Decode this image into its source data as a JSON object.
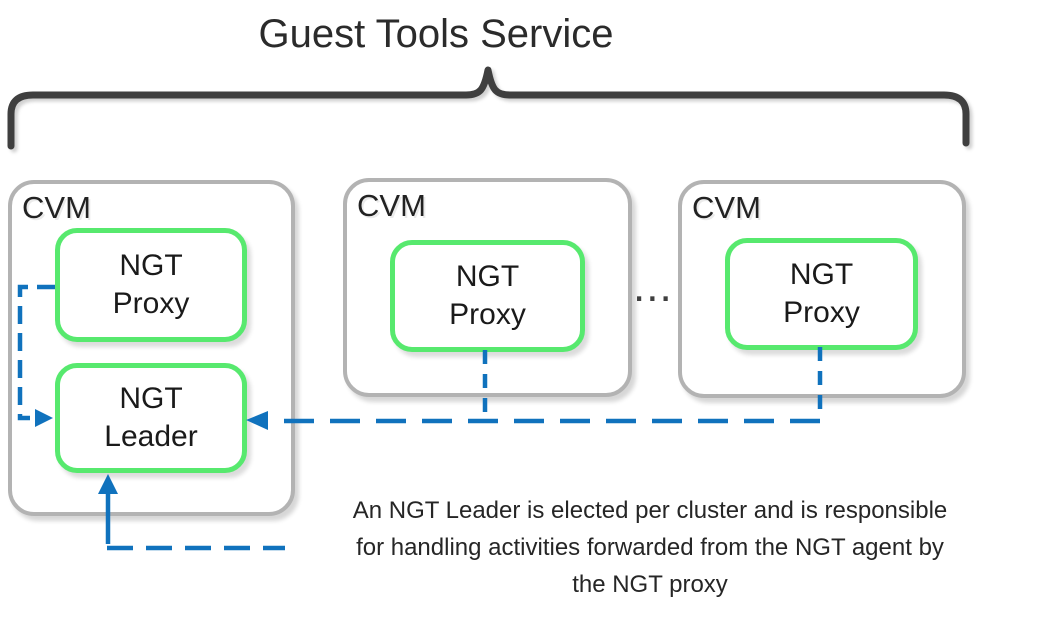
{
  "title": "Guest Tools Service",
  "ellipsis": "...",
  "caption": "An NGT Leader is elected per cluster and is responsible\nfor handling activities forwarded from the NGT agent by\nthe NGT proxy",
  "cvms": [
    {
      "label": "CVM",
      "nodes": [
        {
          "label": "NGT\nProxy"
        },
        {
          "label": "NGT\nLeader"
        }
      ]
    },
    {
      "label": "CVM",
      "nodes": [
        {
          "label": "NGT\nProxy"
        }
      ]
    },
    {
      "label": "CVM",
      "nodes": [
        {
          "label": "NGT\nProxy"
        }
      ]
    }
  ],
  "colors": {
    "node_green": "#57e96e",
    "connector_blue": "#1072bd",
    "frame_gray": "#b3b3b3",
    "ink_dark": "#3f3f3f"
  }
}
